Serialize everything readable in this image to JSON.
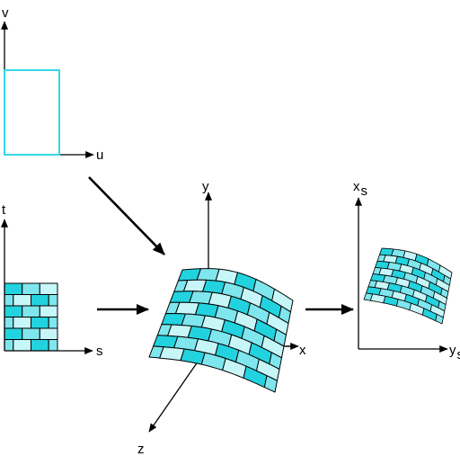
{
  "panels": {
    "uv": {
      "axis_v": "v",
      "axis_u": "u"
    },
    "texture": {
      "axis_t": "t",
      "axis_s": "s"
    },
    "object": {
      "axis_x": "x",
      "axis_y": "y",
      "axis_z": "z"
    },
    "screen": {
      "axis_x": "x",
      "axis_y": "y",
      "subscript": "s"
    }
  },
  "colors": {
    "uv_rect": "#33d6e6",
    "brick_dark": "#22d3df",
    "brick_mid": "#7fe6ee",
    "brick_light": "#c7f6f9",
    "mortar": "#000000"
  }
}
